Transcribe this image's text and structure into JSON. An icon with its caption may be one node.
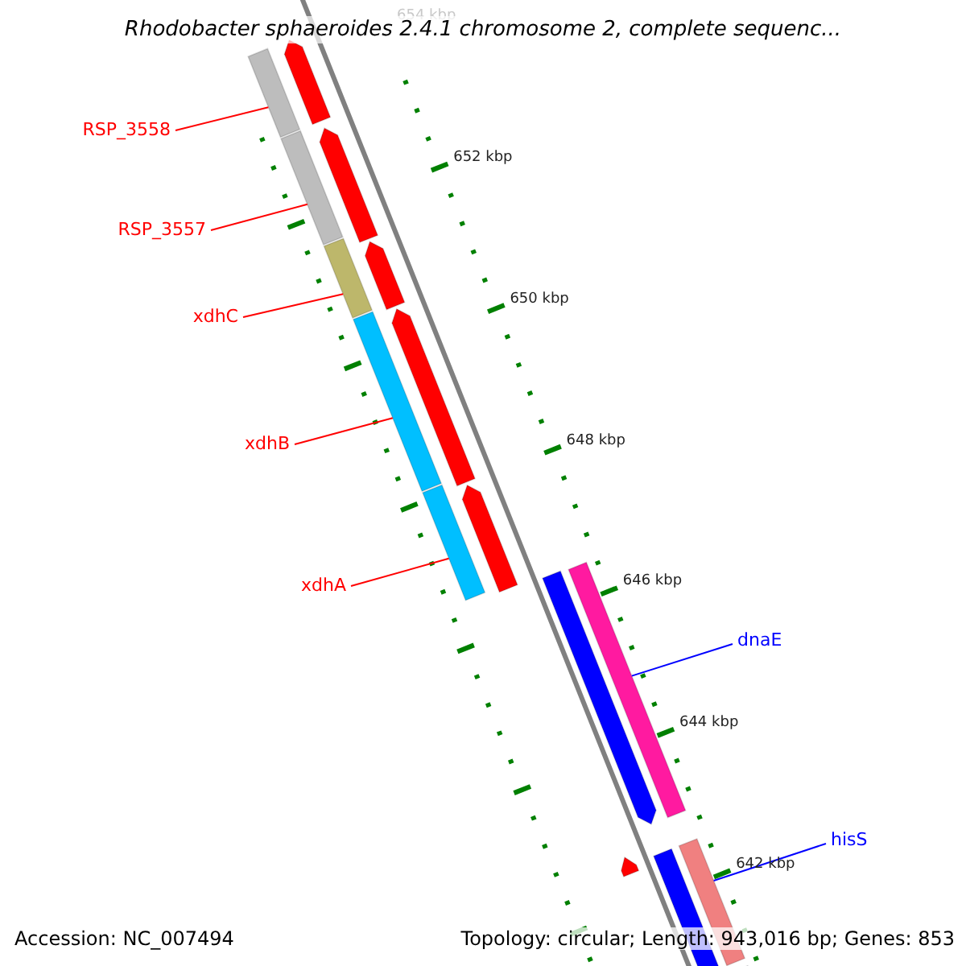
{
  "diagram": {
    "title": "Rhodobacter sphaeroides 2.4.1 chromosome 2, complete sequenc...",
    "nodes": [
      {
        "text": [
          "RSP_3558"
        ]
      },
      {
        "text": [],
        "shape": "bar"
      },
      {
        "text": [
          "RSP_3557"
        ]
      },
      {
        "text": [],
        "shape": "bar"
      },
      {
        "text": [
          "xdhC"
        ]
      },
      {
        "text": [],
        "shape": "bar"
      },
      {
        "text": [
          "xdhB"
        ]
      },
      {
        "text": [],
        "shape": "bar"
      },
      {
        "text": [
          "xdhA"
        ]
      },
      {
        "text": [],
        "shape": "bar"
      },
      {
        "text": [
          "dnaE"
        ]
      },
      {
        "text": [],
        "shape": "bar"
      },
      {
        "text": [
          "hisS"
        ]
      },
      {
        "text": [],
        "shape": "bar"
      }
    ],
    "edges": [
      {
        "from": 0,
        "to": 1,
        "arrow": "none",
        "color": "#ff0000"
      },
      {
        "from": 2,
        "to": 3,
        "arrow": "none",
        "color": "#ff0000"
      },
      {
        "from": 4,
        "to": 5,
        "arrow": "none",
        "color": "#ff0000"
      },
      {
        "from": 6,
        "to": 7,
        "arrow": "none",
        "color": "#ff0000"
      },
      {
        "from": 8,
        "to": 9,
        "arrow": "none",
        "color": "#ff0000"
      },
      {
        "from": 10,
        "to": 11,
        "arrow": "none",
        "color": "#0000ff"
      },
      {
        "from": 12,
        "to": 13,
        "arrow": "none",
        "color": "#0000ff"
      }
    ],
    "labels": [
      "654 kbp",
      "652 kbp",
      "650 kbp",
      "648 kbp",
      "646 kbp",
      "644 kbp",
      "642 kbp",
      "Accession: NC_007494",
      "Topology: circular; Length: 943,016 bp; Genes: 853"
    ]
  }
}
